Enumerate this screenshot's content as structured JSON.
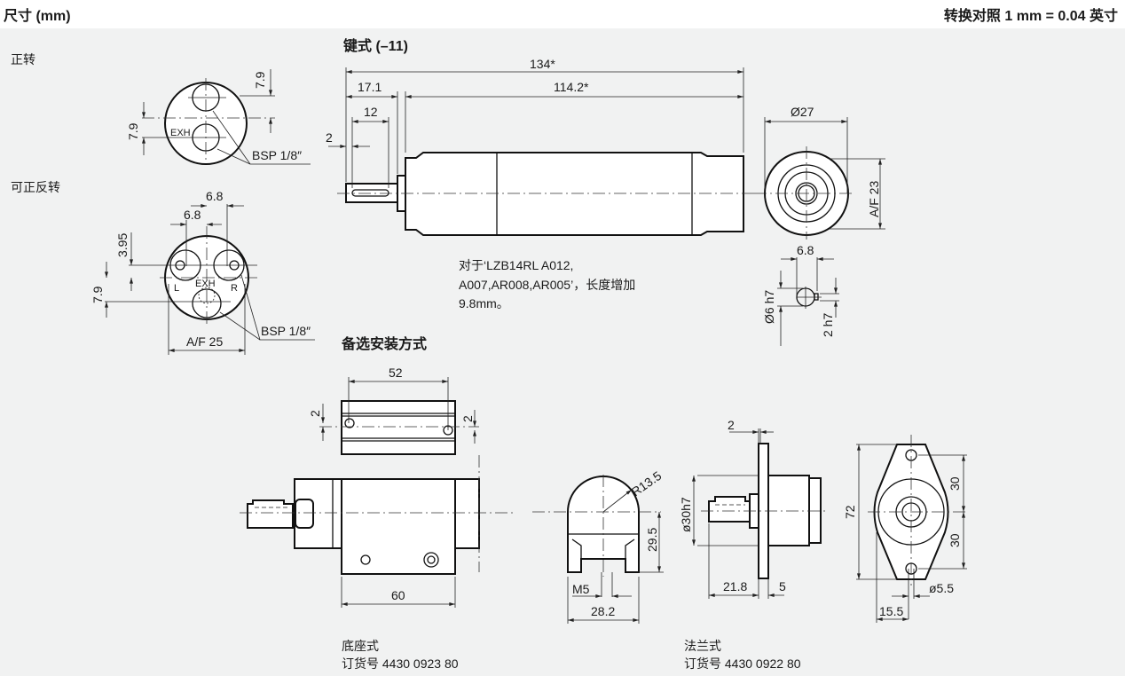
{
  "header": {
    "title": "尺寸 (mm)",
    "conversion": "转换对照 1 mm = 0.04 英寸"
  },
  "ports": {
    "forward": {
      "label": "正转",
      "dim_top": "7.9",
      "dim_left": "7.9",
      "exh": "EXH",
      "bsp": "BSP 1/8″"
    },
    "reversible": {
      "label": "可正反转",
      "dim_a": "6.8",
      "dim_b": "6.8",
      "dim_395": "3.95",
      "dim_79": "7.9",
      "exh": "EXH",
      "l": "L",
      "r": "R",
      "bsp": "BSP 1/8″",
      "af": "A/F 25"
    }
  },
  "keyed": {
    "title": "键式 (–11)",
    "dims": {
      "total": "134*",
      "shaft": "17.1",
      "body": "114.2*",
      "key": "12",
      "key_offset": "2"
    },
    "end_view": {
      "dia": "Ø27",
      "af": "A/F 23",
      "key_w": "6.8",
      "shaft_dia": "Ø6 h7",
      "key_h": "2 h7"
    },
    "note": [
      "对于‘LZB14RL  A012,",
      "A007,AR008,AR005’，长度增加",
      "9.8mm。"
    ]
  },
  "mounting": {
    "title": "备选安装方式",
    "foot": {
      "dim_52": "52",
      "dim_2a": "2",
      "dim_2b": "2",
      "dim_60": "60",
      "r": "R13.5",
      "h": "29.5",
      "m5": "M5",
      "w": "28.2",
      "name": "底座式",
      "order": "订货号 4430 0923 80"
    },
    "flange": {
      "dim_2": "2",
      "dia": "ø30h7",
      "d218": "21.8",
      "d5": "5",
      "d72": "72",
      "d30a": "30",
      "d30b": "30",
      "hole": "ø5.5",
      "d155": "15.5",
      "name": "法兰式",
      "order": "订货号 4430 0922 80"
    }
  }
}
